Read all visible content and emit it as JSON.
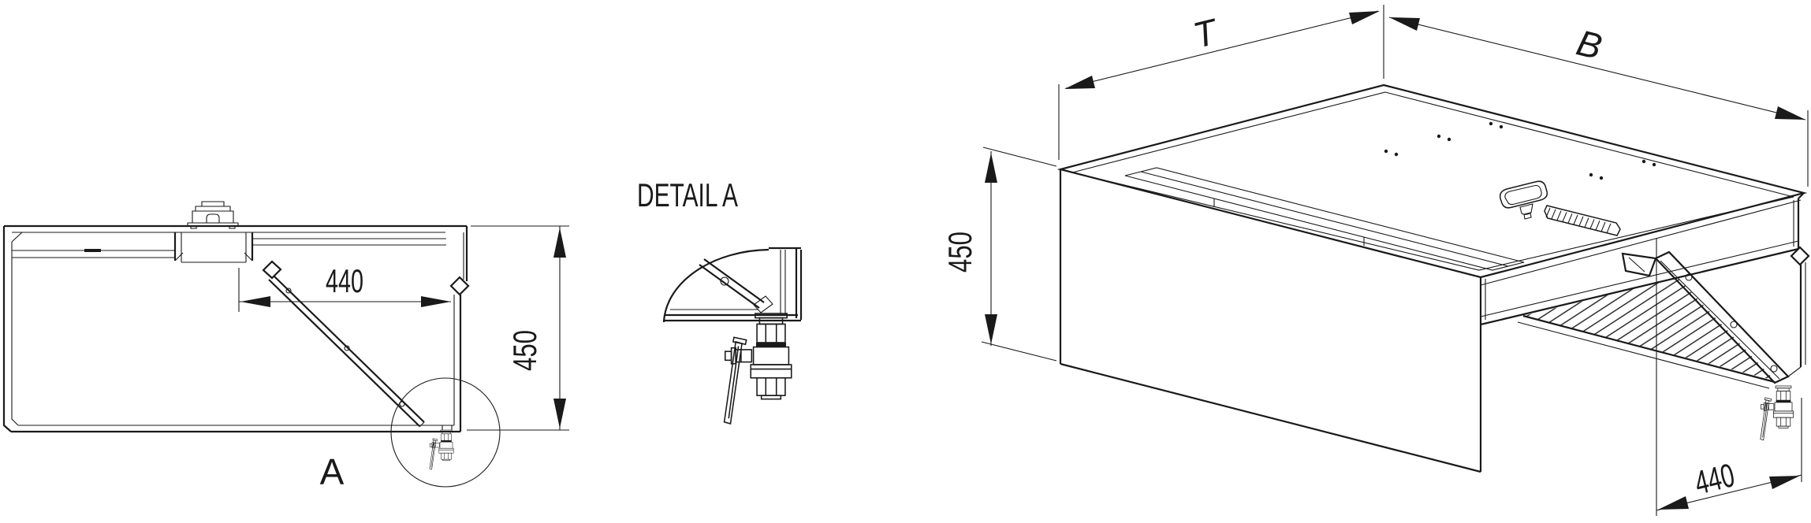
{
  "colors": {
    "background": "#ffffff",
    "line": "#1a1a1a"
  },
  "side_view": {
    "filter_depth_dim": "440",
    "height_dim": "450",
    "detail_marker_label": "A"
  },
  "detail_view": {
    "title": "DETAIL A"
  },
  "isometric_view": {
    "depth_dim_label": "T",
    "width_dim_label": "B",
    "height_dim": "450",
    "filter_depth_dim": "440"
  }
}
